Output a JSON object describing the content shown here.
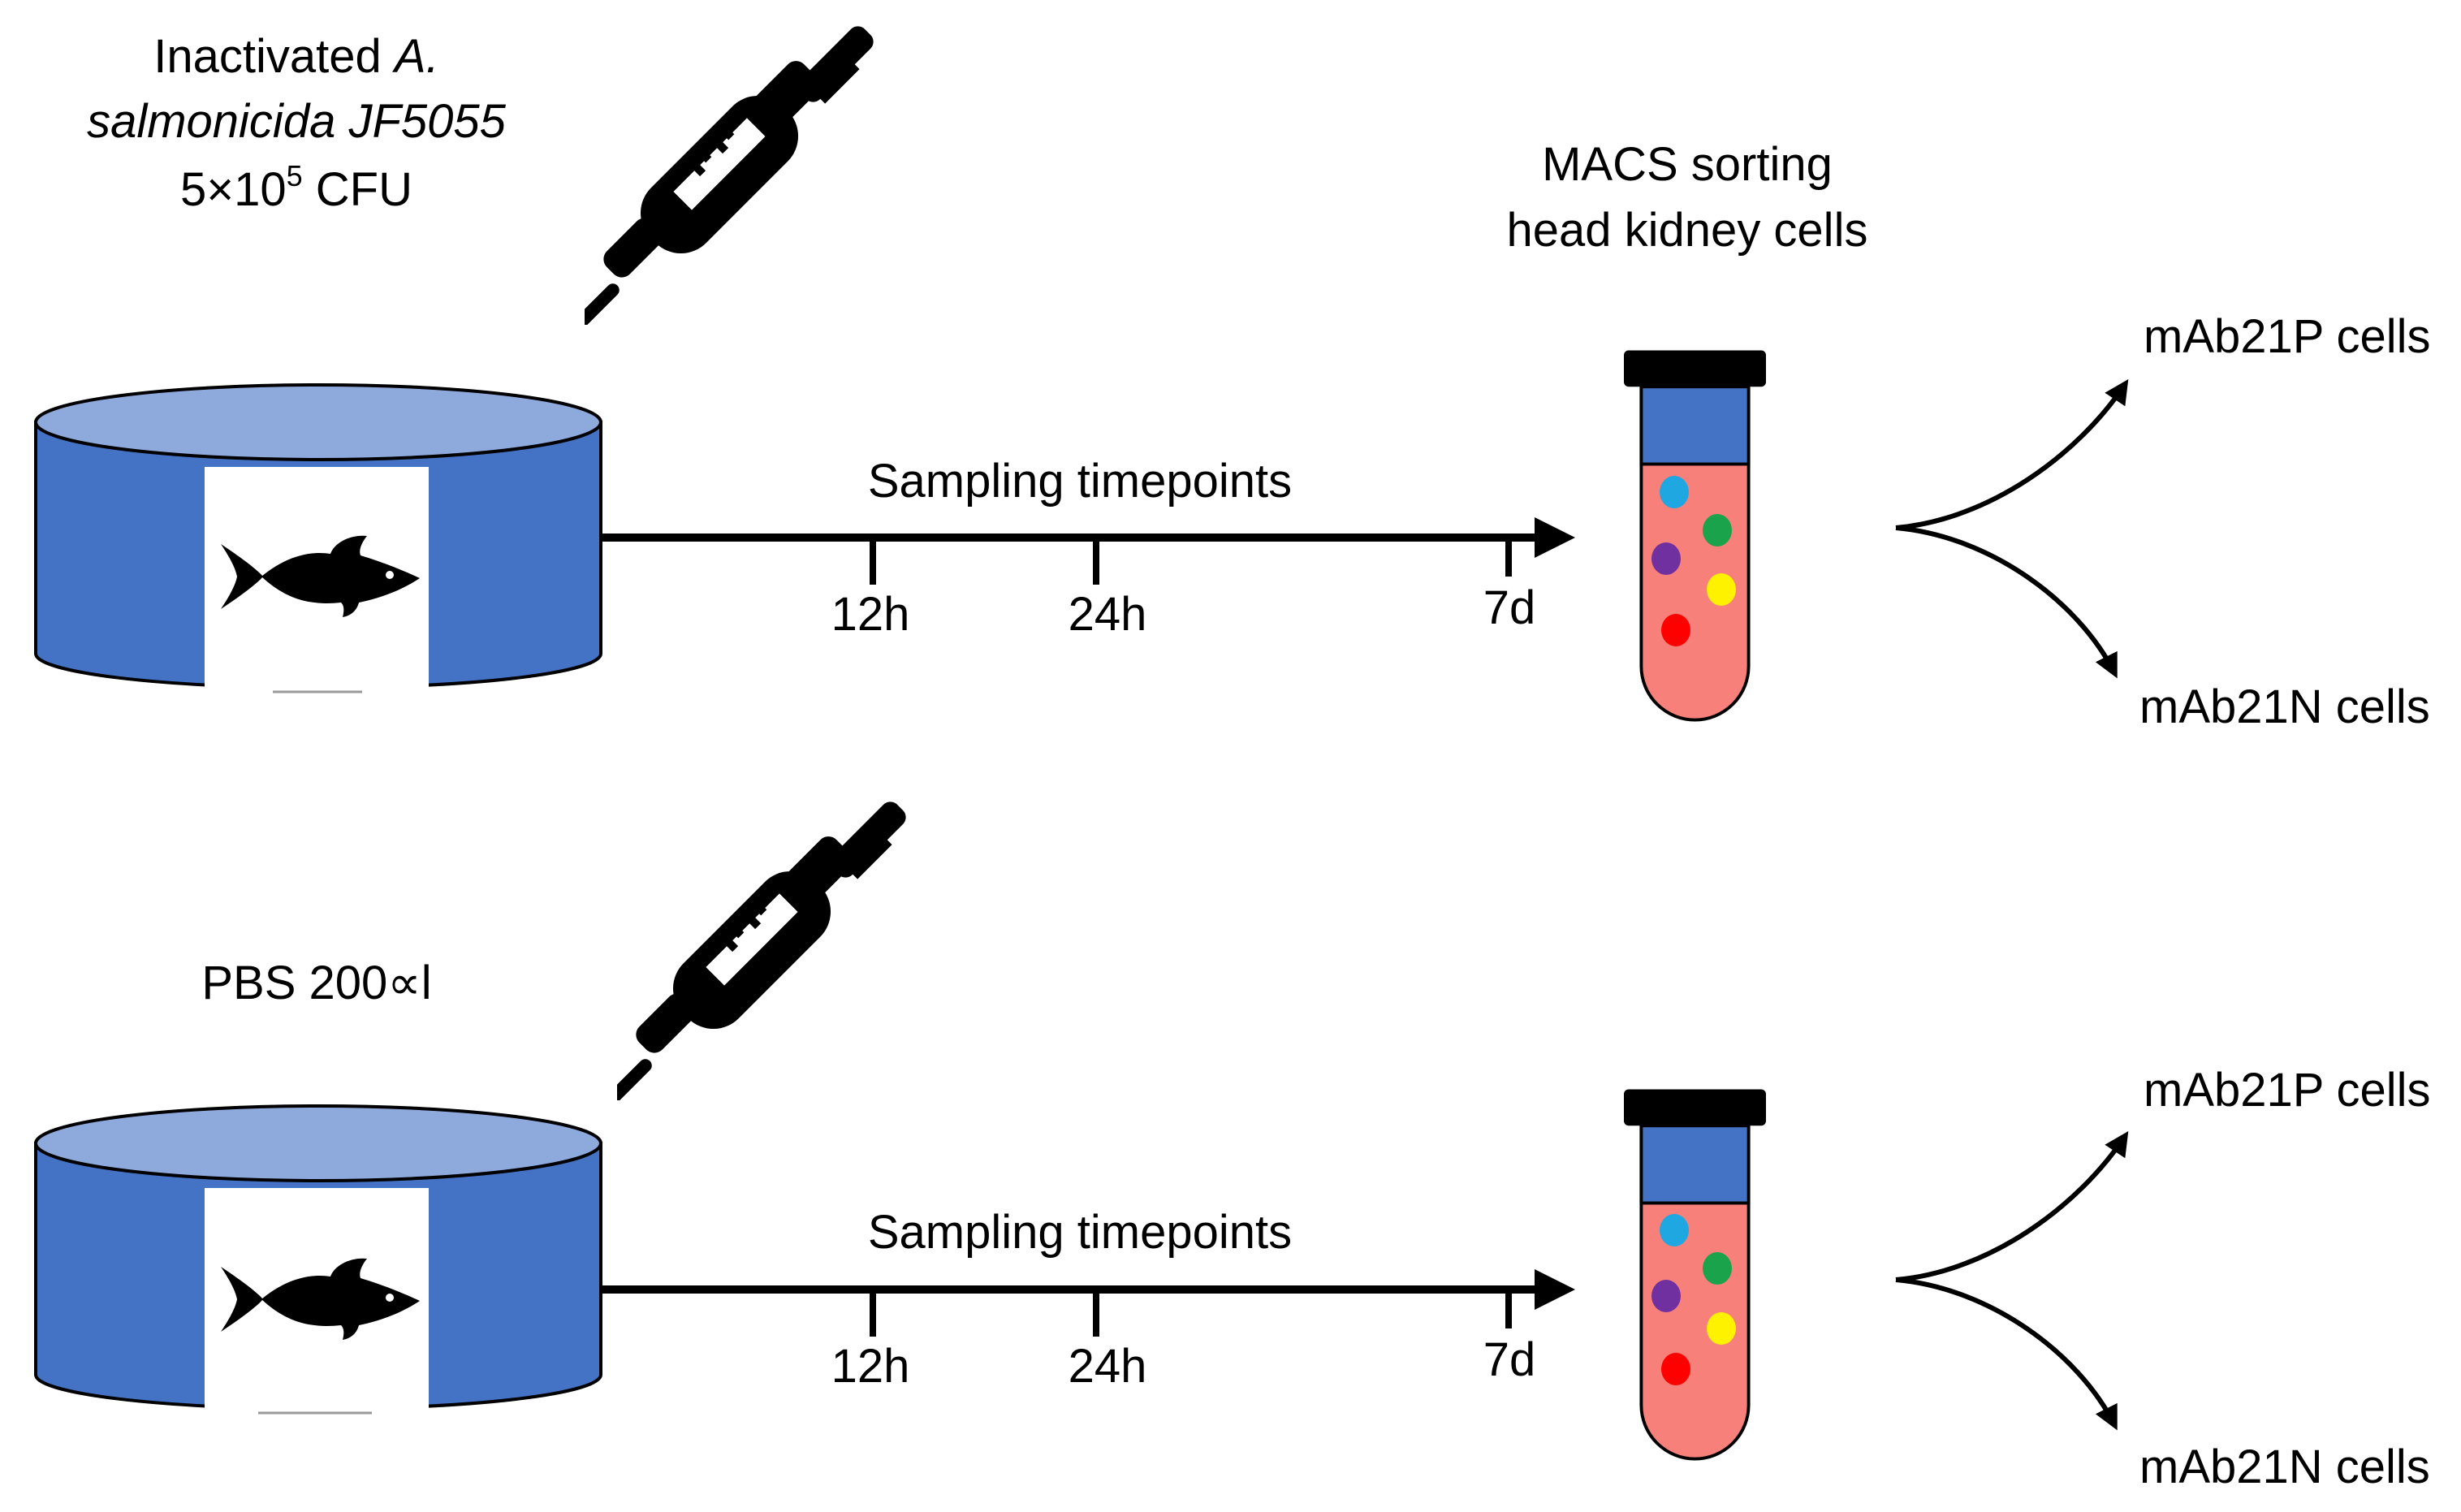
{
  "colors": {
    "tank_body": "#4472C4",
    "tank_top": "#8EA9DB",
    "tube_liquid": "#F8807A",
    "tube_cap": "#000000",
    "tube_band": "#4472C4",
    "dot_cyan": "#1EA7E1",
    "dot_green": "#1BA34B",
    "dot_purple": "#7030A0",
    "dot_yellow": "#FFF200",
    "dot_red": "#FF0000"
  },
  "icons": {
    "syringe": "syringe-icon",
    "fish": "fish-icon",
    "tank": "tank-icon",
    "tube": "test-tube-icon"
  },
  "top_group": {
    "treatment_line1_plain": "Inactivated ",
    "treatment_line1_italic": "A.",
    "treatment_line2": "salmonicida JF5055",
    "treatment_line3_base": "5×10",
    "treatment_line3_sup": "5",
    "treatment_line3_rest": " CFU",
    "sorting_line1": "MACS sorting",
    "sorting_line2": "head kidney cells",
    "timeline_label": "Sampling timepoints",
    "ticks": [
      "12h",
      "24h",
      "7d"
    ],
    "output_positive": "mAb21P cells",
    "output_negative": "mAb21N cells"
  },
  "bottom_group": {
    "treatment": "PBS 200∝l",
    "timeline_label": "Sampling timepoints",
    "ticks": [
      "12h",
      "24h",
      "7d"
    ],
    "output_positive": "mAb21P cells",
    "output_negative": "mAb21N cells"
  }
}
